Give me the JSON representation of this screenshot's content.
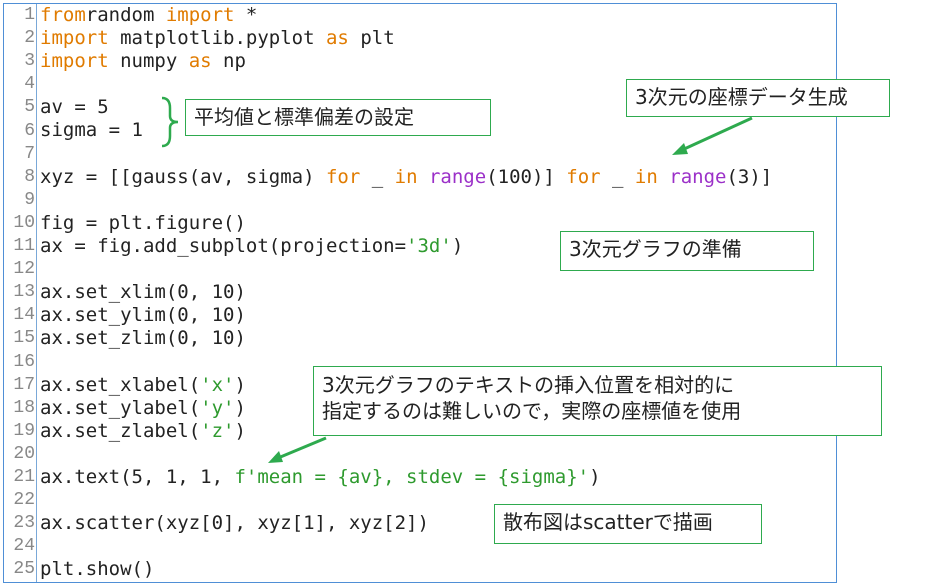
{
  "editor": {
    "line_numbers": [
      "1",
      "2",
      "3",
      "4",
      "5",
      "6",
      "7",
      "8",
      "9",
      "10",
      "11",
      "12",
      "13",
      "14",
      "15",
      "16",
      "17",
      "18",
      "19",
      "20",
      "21",
      "22",
      "23",
      "24",
      "25"
    ],
    "lines": [
      [
        [
          "kw",
          "from"
        ],
        [
          "",
          "random "
        ],
        [
          "kw",
          "import"
        ],
        [
          "",
          " *"
        ]
      ],
      [
        [
          "kw",
          "import"
        ],
        [
          "",
          "",
          " matplotlib.pyplot "
        ],
        [
          "kw",
          "as"
        ],
        [
          "",
          " plt"
        ]
      ],
      [
        [
          "kw",
          "import"
        ],
        [
          "",
          " numpy "
        ],
        [
          "kw",
          "as"
        ],
        [
          "",
          " np"
        ]
      ],
      [],
      [
        [
          "",
          "av = 5"
        ]
      ],
      [
        [
          "",
          "sigma = 1"
        ]
      ],
      [],
      [
        [
          "",
          "xyz = [[gauss(av, sigma) "
        ],
        [
          "kw",
          "for"
        ],
        [
          "",
          " _ "
        ],
        [
          "kw",
          "in"
        ],
        [
          "",
          " "
        ],
        [
          "bi",
          "range"
        ],
        [
          "",
          "(100)] "
        ],
        [
          "kw",
          "for"
        ],
        [
          "",
          " _ "
        ],
        [
          "kw",
          "in"
        ],
        [
          "",
          " "
        ],
        [
          "bi",
          "range"
        ],
        [
          "",
          "(3)]"
        ]
      ],
      [],
      [
        [
          "",
          "fig = plt.figure()"
        ]
      ],
      [
        [
          "",
          "ax = fig.add_subplot(projection="
        ],
        [
          "str",
          "'3d'"
        ],
        [
          "",
          ")"
        ]
      ],
      [],
      [
        [
          "",
          "ax.set_xlim(0, 10)"
        ]
      ],
      [
        [
          "",
          "ax.set_ylim(0, 10)"
        ]
      ],
      [
        [
          "",
          "ax.set_zlim(0, 10)"
        ]
      ],
      [],
      [
        [
          "",
          "ax.set_xlabel("
        ],
        [
          "str",
          "'x'"
        ],
        [
          "",
          ")"
        ]
      ],
      [
        [
          "",
          "ax.set_ylabel("
        ],
        [
          "str",
          "'y'"
        ],
        [
          "",
          ")"
        ]
      ],
      [
        [
          "",
          "ax.set_zlabel("
        ],
        [
          "str",
          "'z'"
        ],
        [
          "",
          ")"
        ]
      ],
      [],
      [
        [
          "",
          "ax.text(5, 1, 1, "
        ],
        [
          "str",
          "f'mean = {av}, stdev = {sigma}'"
        ],
        [
          "",
          ")"
        ]
      ],
      [],
      [
        [
          "",
          "ax.scatter(xyz[0], xyz[1], xyz[2])"
        ]
      ],
      [],
      [
        [
          "",
          "plt.show()"
        ]
      ]
    ]
  },
  "callouts": {
    "mean_sigma": "平均値と標準偏差の設定",
    "coords": "3次元の座標データ生成",
    "graph_prep": "3次元グラフの準備",
    "text_pos_line1": "3次元グラフのテキストの挿入位置を相対的に",
    "text_pos_line2": "指定するのは難しいので，実際の座標値を使用",
    "scatter": "散布図はscatterで描画"
  },
  "colors": {
    "keyword": "#e07b00",
    "builtin": "#9b30c8",
    "string": "#2e9a2e",
    "callout_border": "#2eaa4e"
  }
}
